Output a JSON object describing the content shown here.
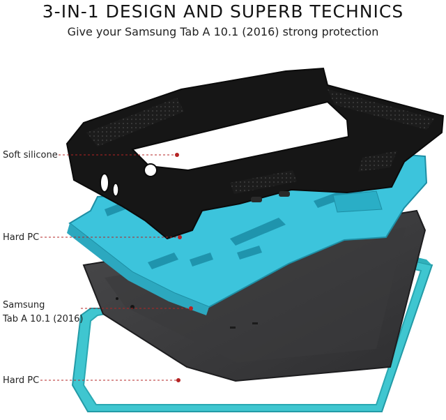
{
  "header": {
    "title": "3-IN-1 DESIGN AND SUPERB TECHNICS",
    "subtitle": "Give your Samsung Tab A 10.1 (2016) strong protection"
  },
  "labels": {
    "soft_silicone": "Soft silicone",
    "hard_pc_top": "Hard PC",
    "samsung_line1": "Samsung",
    "samsung_line2": "Tab A 10.1 (2016)",
    "hard_pc_bottom": "Hard PC"
  },
  "colors": {
    "silicone": "#161616",
    "hard_pc": "#3cc4dc",
    "tablet": "#3d3d3f",
    "frame": "#47cdd6",
    "leader": "#b52424"
  }
}
